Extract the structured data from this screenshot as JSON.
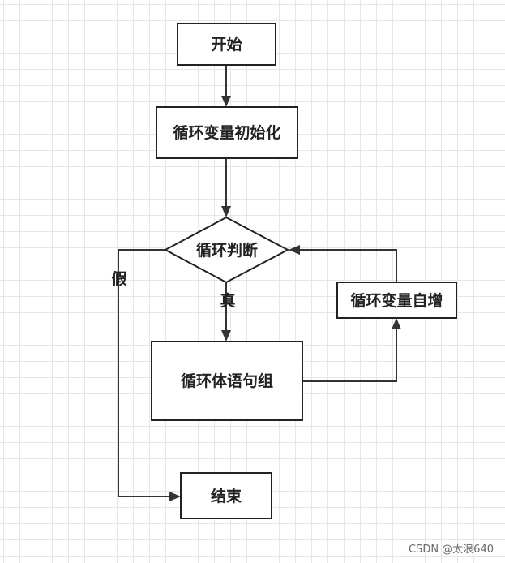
{
  "nodes": {
    "start": "开始",
    "init": "循环变量初始化",
    "condition": "循环判断",
    "body": "循环体语句组",
    "increment": "循环变量自增",
    "end": "结束"
  },
  "edge_labels": {
    "true": "真",
    "false": "假"
  },
  "watermark": "CSDN @太浪640"
}
